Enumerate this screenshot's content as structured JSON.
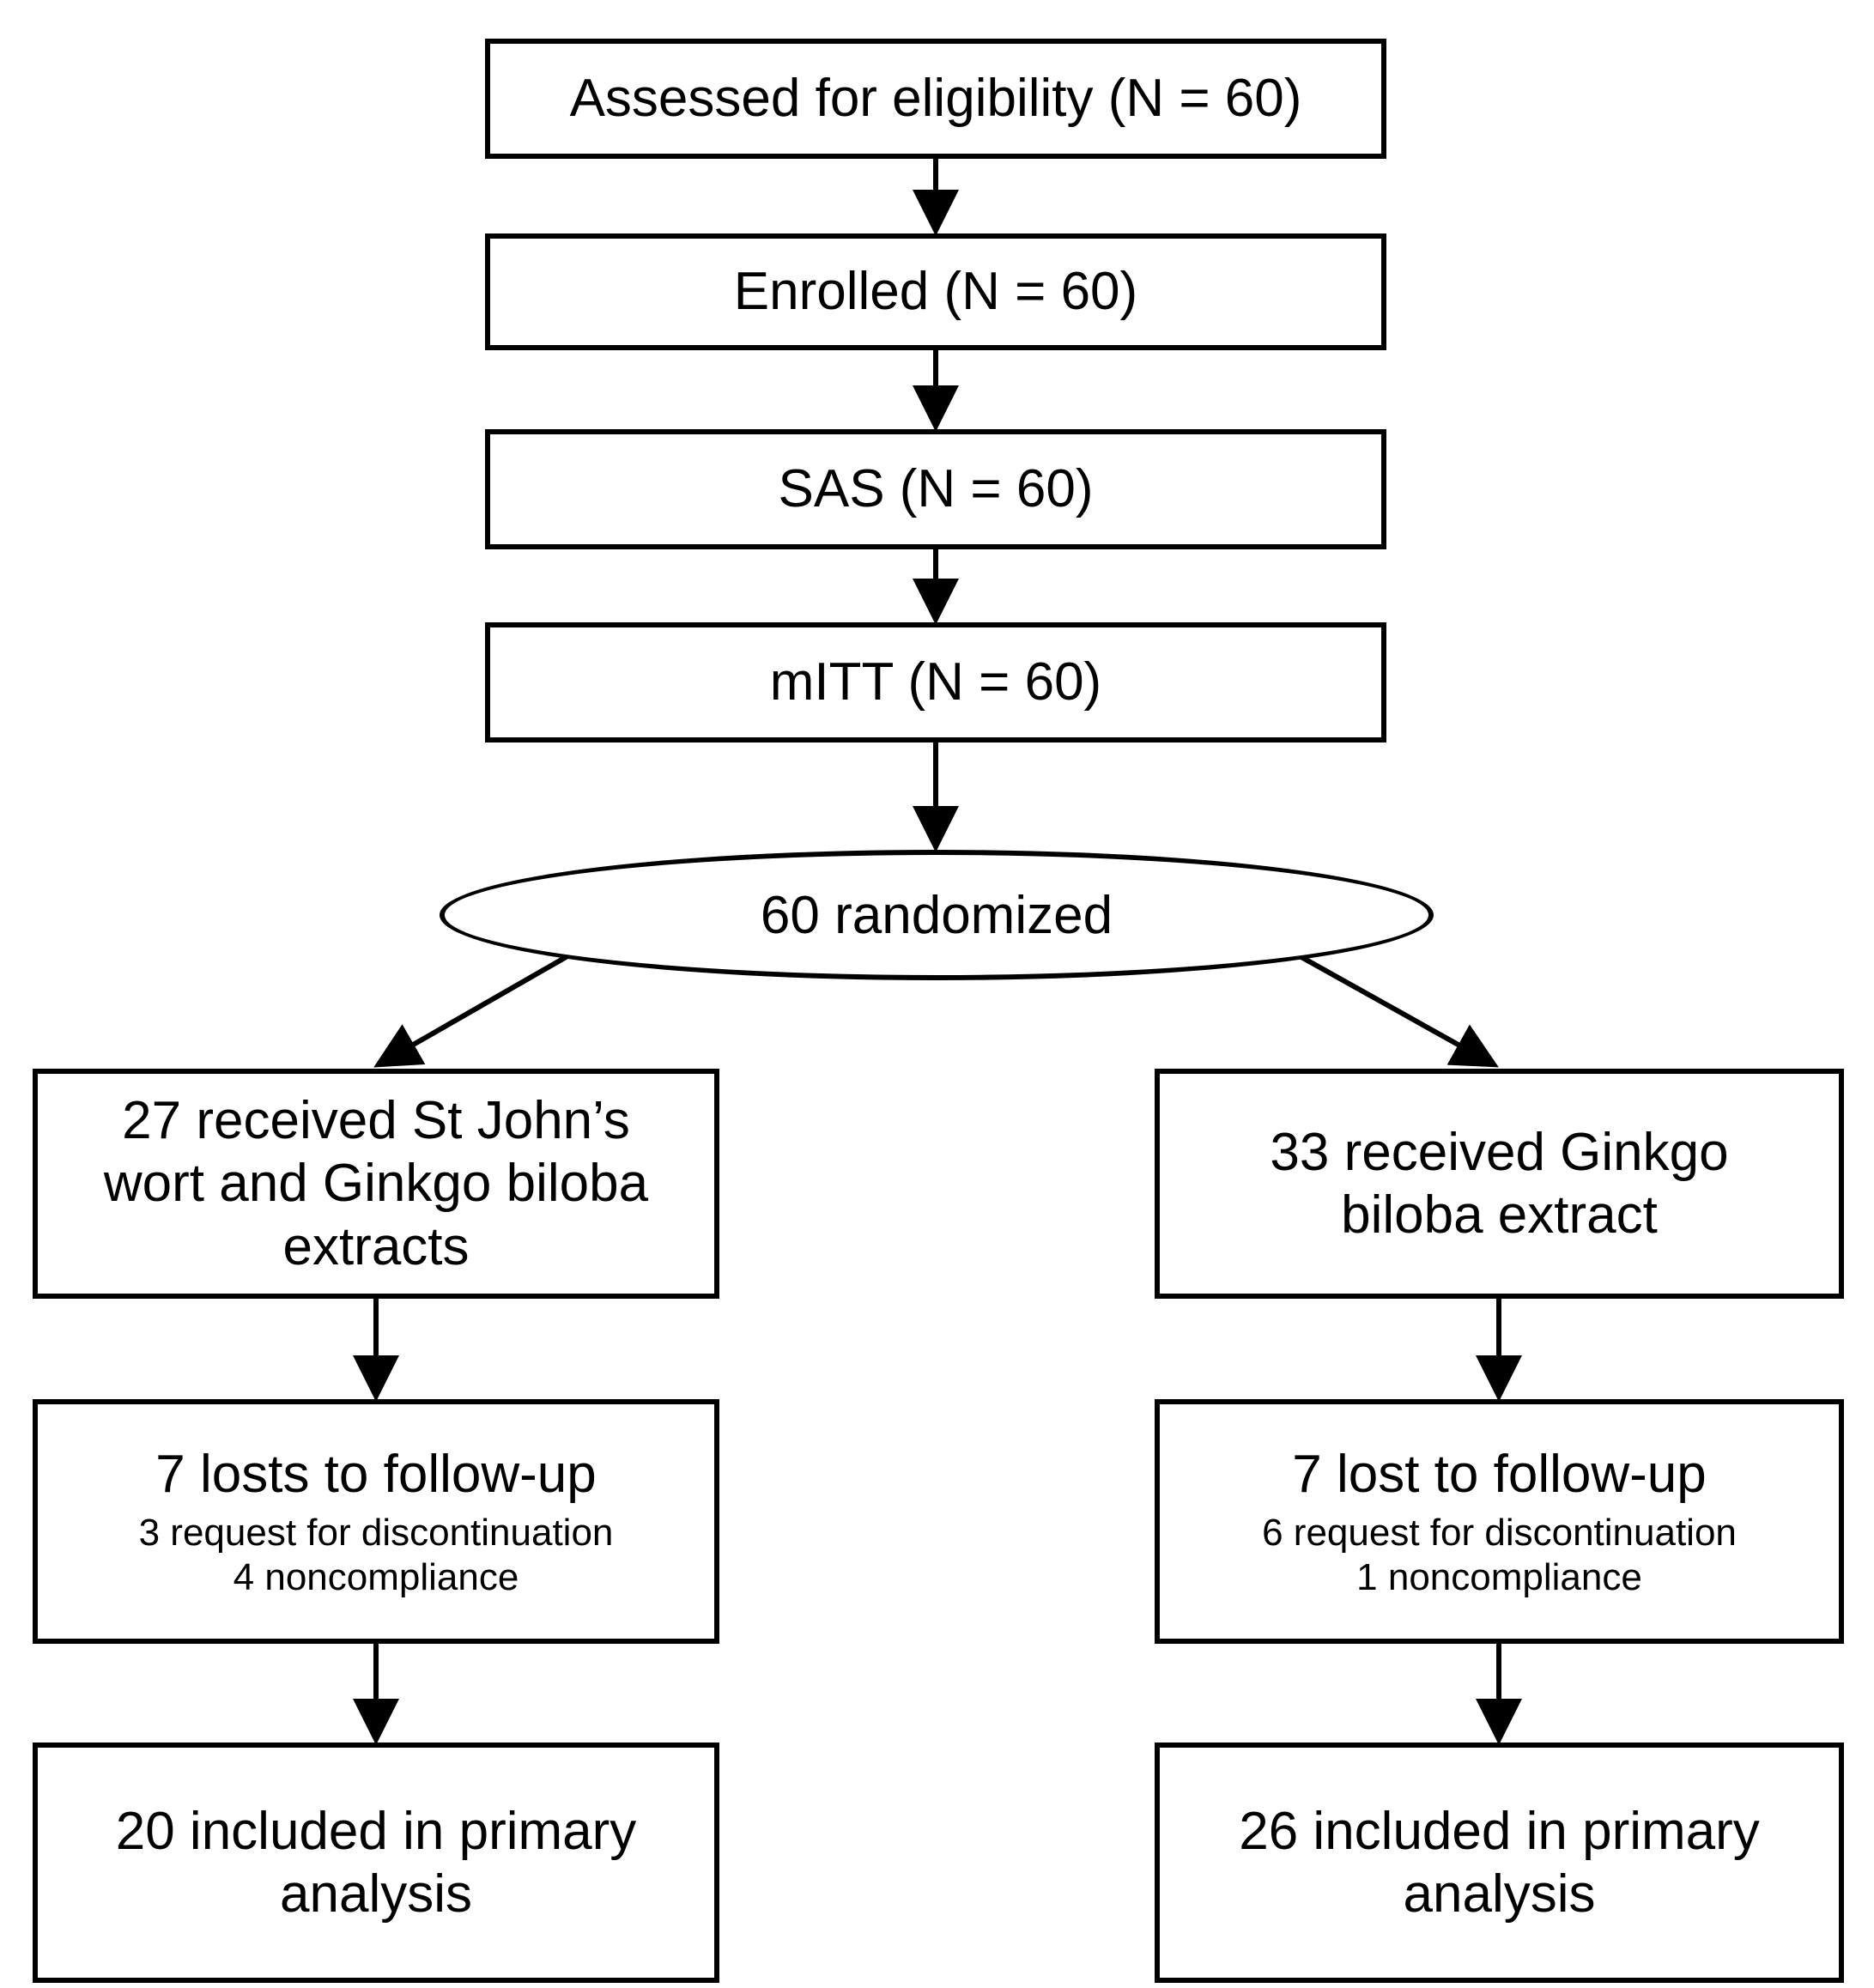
{
  "diagram": {
    "type": "consort-flow-diagram",
    "stroke_color": "#000000",
    "fill_color": "#ffffff",
    "nodes": {
      "assessed": {
        "text": "Assessed for eligibility (N = 60)"
      },
      "enrolled": {
        "text": "Enrolled (N = 60)"
      },
      "sas": {
        "text": "SAS (N = 60)"
      },
      "mitt": {
        "text": "mITT (N = 60)"
      },
      "randomized": {
        "text": "60 randomized"
      },
      "arm_left": {
        "line1": "27 received St John’s",
        "line2": "wort and Ginkgo biloba",
        "line3": "extracts"
      },
      "arm_right": {
        "line1": "33 received Ginkgo",
        "line2": "biloba extract"
      },
      "lost_left": {
        "heading": "7 losts to follow-up",
        "reason1": "3 request for discontinuation",
        "reason2": "4 noncompliance"
      },
      "lost_right": {
        "heading": "7 lost to follow-up",
        "reason1": "6 request for discontinuation",
        "reason2": "1 noncompliance"
      },
      "analysis_left": {
        "line1": "20 included in primary",
        "line2": "analysis"
      },
      "analysis_right": {
        "line1": "26 included in primary",
        "line2": "analysis"
      }
    },
    "counts": {
      "assessed_for_eligibility": 60,
      "enrolled": 60,
      "sas": 60,
      "mitt": 60,
      "randomized": 60,
      "arm_left_received": 27,
      "arm_right_received": 33,
      "arm_left_lost_total": 7,
      "arm_left_discontinuation_request": 3,
      "arm_left_noncompliance": 4,
      "arm_right_lost_total": 7,
      "arm_right_discontinuation_request": 6,
      "arm_right_noncompliance": 1,
      "arm_left_analyzed": 20,
      "arm_right_analyzed": 26
    }
  }
}
